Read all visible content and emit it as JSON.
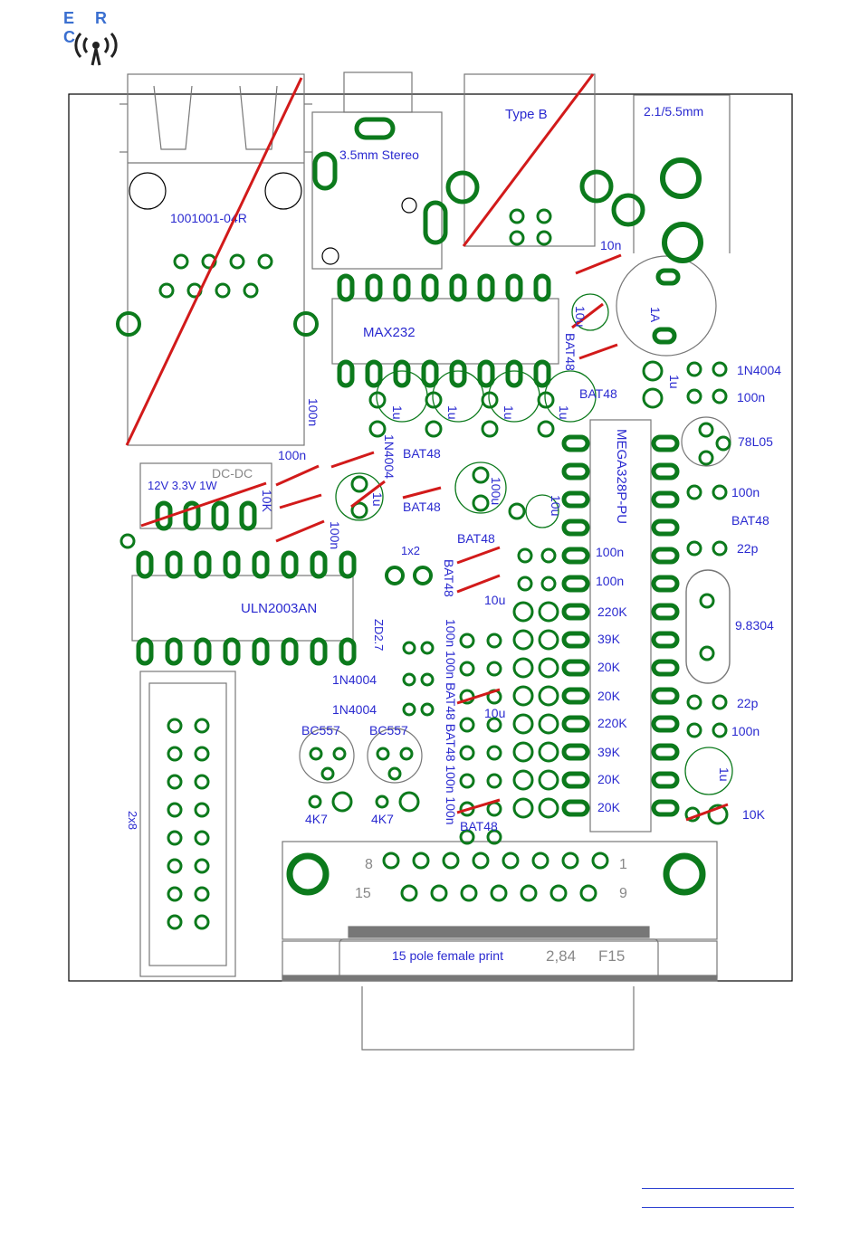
{
  "logo": {
    "text": "E R C"
  },
  "colors": {
    "pad": "#0c7a1c",
    "label": "#2a2ad0",
    "cross": "#d21a1a",
    "outline": "#888888"
  },
  "components": {
    "rj45": "1001001-04R",
    "jack35": "3.5mm Stereo",
    "usb_b": "Type B",
    "dc_jack": "2.1/5.5mm",
    "max232": "MAX232",
    "dcdc": "DC-DC",
    "dcdc_spec": "12V 3.3V 1W",
    "uln": "ULN2003AN",
    "mcu": "MEGA328P-PU",
    "regulator": "78L05",
    "crystal": "9.8304",
    "header_2x8": "2x8",
    "header_1x2": "1x2",
    "zener": "ZD2.7",
    "fuse": "1A",
    "dsub_note": "15 pole female print",
    "dsub_pitch": "2,84",
    "dsub_code": "F15",
    "dsub_pin8": "8",
    "dsub_pin1": "1",
    "dsub_pin15": "15",
    "dsub_pin9": "9"
  },
  "labels": {
    "c_10n": "10n",
    "c_10u_top": "10u",
    "bat48_a": "BAT48",
    "bat48_b": "BAT48",
    "d_1n4004_right": "1N4004",
    "c_100n_right1": "100n",
    "c_100n_left": "100n",
    "c_1u_1": "1u",
    "c_1u_2": "1u",
    "c_1u_3": "1u",
    "c_1u_4": "1u",
    "c_1u_5": "1u",
    "c_100n_dcdc": "100n",
    "r_10k_dcdc": "10K",
    "c_100n_dcdc2": "100n",
    "d_1n4004_mid": "1N4004",
    "c_1u_mid": "1u",
    "bat48_c": "BAT48",
    "bat48_d": "BAT48",
    "c_100u": "100u",
    "c_10u_mid": "10u",
    "c_100n_r2": "100n",
    "bat48_r": "BAT48",
    "c_22p_1": "22p",
    "bat48_e": "BAT48",
    "bat48_vert": "BAT48",
    "c_100n_a": "100n",
    "c_100n_b": "100n",
    "c_10u_c": "10u",
    "r_220k_1": "220K",
    "r_39k_1": "39K",
    "r_20k_1": "20K",
    "r_20k_2": "20K",
    "r_220k_2": "220K",
    "r_39k_2": "39K",
    "r_20k_3": "20K",
    "r_20k_4": "20K",
    "c_10u_d": "10u",
    "c_22p_2": "22p",
    "c_100n_r3": "100n",
    "c_1u_r": "1u",
    "r_10k_r": "10K",
    "vert_stack": "100n 100n BAT48 BAT48 100n 100n",
    "d_1n4004_a": "1N4004",
    "d_1n4004_b": "1N4004",
    "q_bc557_1": "BC557",
    "q_bc557_2": "BC557",
    "r_4k7_1": "4K7",
    "r_4k7_2": "4K7",
    "bat48_bottom": "BAT48"
  }
}
